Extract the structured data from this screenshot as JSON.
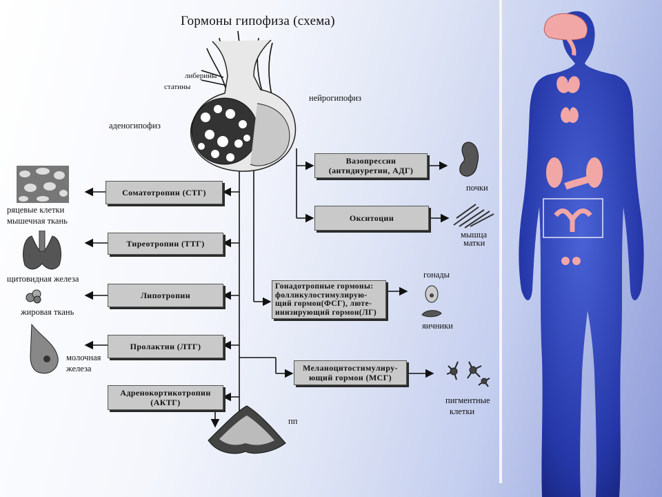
{
  "title": "Гормоны   гипофиза (схема)",
  "labels": {
    "liberins": "либерины",
    "statins": "статины",
    "adenohypophysis": "аденогипофиз",
    "neurohypophysis": "нейрогипофиз",
    "kidneys": "почки",
    "uterus_muscle_1": "мышца",
    "uterus_muscle_2": "матки",
    "gonads": "гонады",
    "ovaries": "яичники",
    "pigment_1": "пигментные",
    "pigment_2": "клетки",
    "striated_1": "ряцевые клетки",
    "striated_2": "мышечная ткань",
    "thyroid": "щитовидная железа",
    "fat": "жировая ткань",
    "mammary_1": "молочная",
    "mammary_2": "железа",
    "adrenal": "пп"
  },
  "boxes": {
    "somatotropin": "Соматотропин (СТГ)",
    "thyrotropin": "Тиреотропин (ТТГ)",
    "lipotropin": "Липотропин",
    "prolactin": "Пролактин (ЛТГ)",
    "acth_1": "Адренокортикотропин",
    "acth_2": "(АКТГ)",
    "vasopressin_1": "Вазопрессин",
    "vasopressin_2": "(антидиуретин, АДГ)",
    "oxytocin": "Окситоцин",
    "gonado_1": "Гонадотропные гормоны:",
    "gonado_2": "фолликулостимулирую-",
    "gonado_3": "щий гормон(ФСГ), люте-",
    "gonado_4": "инизирующий гормон(ЛГ)",
    "msh_1": "Меланоцитостимулиру-",
    "msh_2": "ющий гормон (МСГ)"
  },
  "colors": {
    "box_fill": "#c9c9c9",
    "body_blue": "#2f45b8",
    "organ_pink": "#f0a0a0"
  },
  "icons": [
    "pituitary-gland-icon",
    "kidney-icon",
    "muscle-fibers-icon",
    "gonad-icon",
    "ovary-icon",
    "pigment-cell-icon",
    "striated-muscle-icon",
    "thyroid-icon",
    "fat-cells-icon",
    "breast-icon",
    "adrenal-gland-icon",
    "human-body-icon"
  ]
}
